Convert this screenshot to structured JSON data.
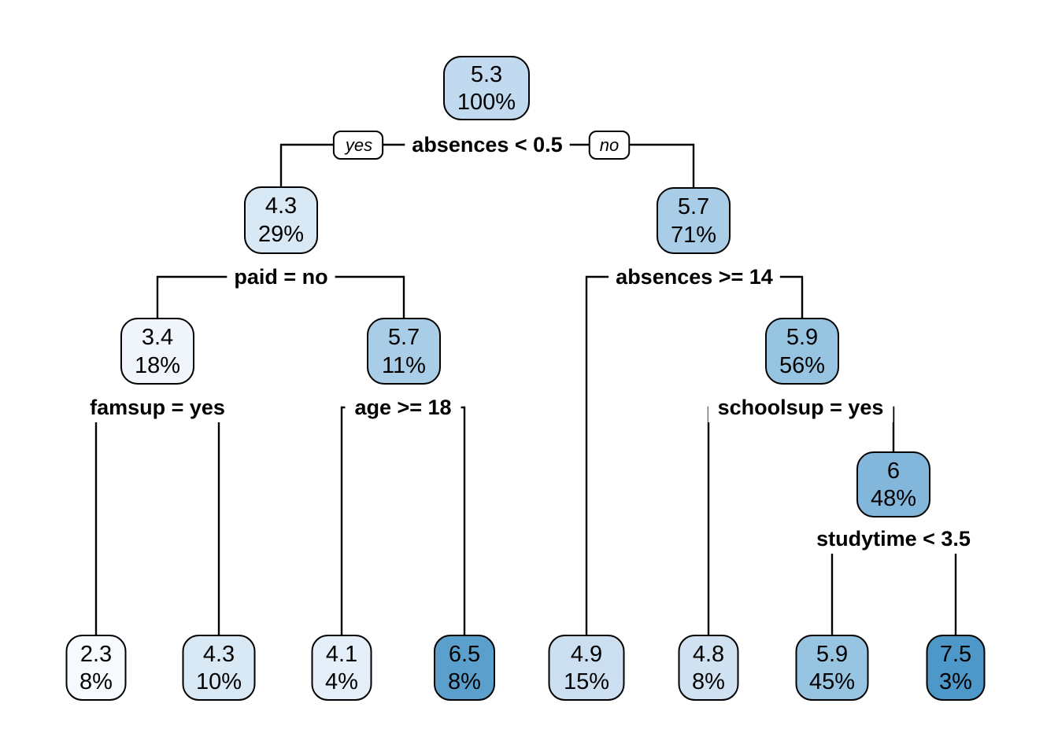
{
  "diagram": {
    "kind": "decision-tree",
    "background": "#ffffff",
    "line_color": "#000000",
    "text_color": "#000000"
  },
  "tree": {
    "branch_labels": {
      "yes": "yes",
      "no": "no"
    },
    "splits": [
      {
        "name": "root-split",
        "label": "absences < 0.5",
        "node": 0
      },
      {
        "name": "paid-split",
        "label": "paid = no",
        "node": 1
      },
      {
        "name": "absences14-split",
        "label": "absences >= 14",
        "node": 2
      },
      {
        "name": "famsup-split",
        "label": "famsup = yes",
        "node": 3
      },
      {
        "name": "age-split",
        "label": "age >= 18",
        "node": 4
      },
      {
        "name": "schoolsup-split",
        "label": "schoolsup = yes",
        "node": 5
      },
      {
        "name": "studytime-split",
        "label": "studytime < 3.5",
        "node": 6
      }
    ],
    "nodes": [
      {
        "id": 0,
        "value": "5.3",
        "percent": "100%",
        "fill": "#C2DAEF",
        "leaf": false,
        "children": [
          1,
          2
        ]
      },
      {
        "id": 1,
        "value": "4.3",
        "percent": "29%",
        "fill": "#D9E8F5",
        "leaf": false,
        "children": [
          3,
          4
        ]
      },
      {
        "id": 2,
        "value": "5.7",
        "percent": "71%",
        "fill": "#A9CDE7",
        "leaf": false,
        "children": [
          11,
          5
        ]
      },
      {
        "id": 3,
        "value": "3.4",
        "percent": "18%",
        "fill": "#EFF5FB",
        "leaf": false,
        "children": [
          7,
          8
        ]
      },
      {
        "id": 4,
        "value": "5.7",
        "percent": "11%",
        "fill": "#A9CDE7",
        "leaf": false,
        "children": [
          9,
          10
        ]
      },
      {
        "id": 5,
        "value": "5.9",
        "percent": "56%",
        "fill": "#97C4E1",
        "leaf": false,
        "children": [
          12,
          6
        ]
      },
      {
        "id": 6,
        "value": "6",
        "percent": "48%",
        "fill": "#83B6DB",
        "leaf": false,
        "children": [
          13,
          14
        ]
      },
      {
        "id": 7,
        "value": "2.3",
        "percent": "8%",
        "fill": "#F6FAFE",
        "leaf": true
      },
      {
        "id": 8,
        "value": "4.3",
        "percent": "10%",
        "fill": "#D9E8F5",
        "leaf": true
      },
      {
        "id": 9,
        "value": "4.1",
        "percent": "4%",
        "fill": "#E4EFF9",
        "leaf": true
      },
      {
        "id": 10,
        "value": "6.5",
        "percent": "8%",
        "fill": "#5B9FCC",
        "leaf": true
      },
      {
        "id": 11,
        "value": "4.9",
        "percent": "15%",
        "fill": "#CBDFF1",
        "leaf": true
      },
      {
        "id": 12,
        "value": "4.8",
        "percent": "8%",
        "fill": "#D0E2F2",
        "leaf": true
      },
      {
        "id": 13,
        "value": "5.9",
        "percent": "45%",
        "fill": "#97C4E1",
        "leaf": true
      },
      {
        "id": 14,
        "value": "7.5",
        "percent": "3%",
        "fill": "#4D97C9",
        "leaf": true
      }
    ]
  }
}
